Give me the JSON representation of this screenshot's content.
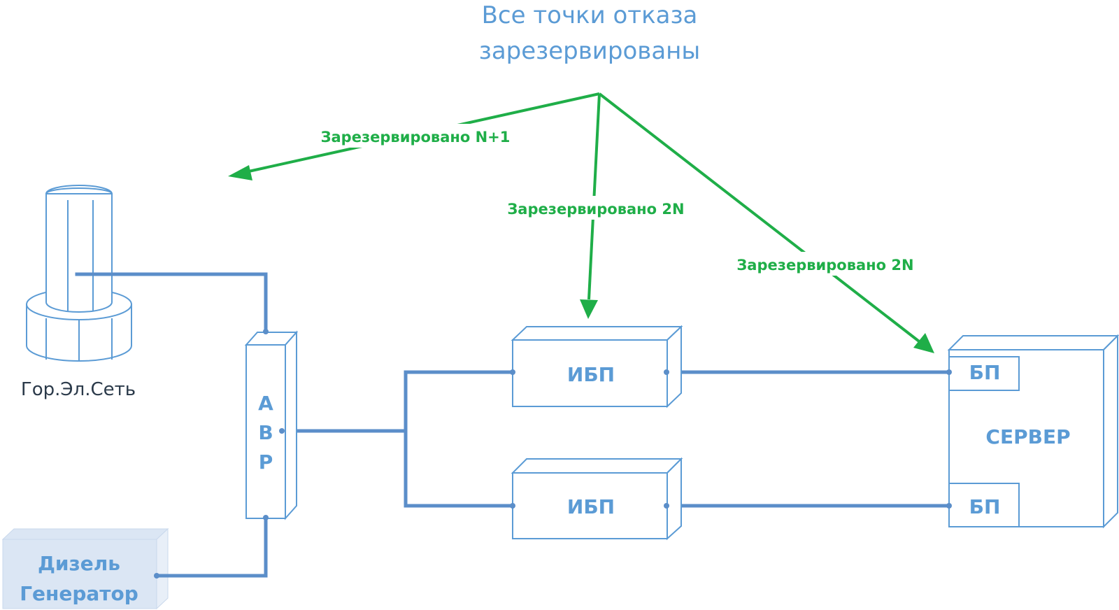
{
  "title": {
    "line1": "Все точки отказа",
    "line2": "зарезервированы"
  },
  "annotations": {
    "n_plus_1": "Зарезервировано N+1",
    "ups_2n": "Зарезервировано 2N",
    "psu_2n": "Зарезервировано 2N"
  },
  "components": {
    "city_grid": "Гор.Эл.Сеть",
    "diesel_line1": "Дизель",
    "diesel_line2": "Генератор",
    "ats_letters": [
      "А",
      "В",
      "Р"
    ],
    "ups_top": "ИБП",
    "ups_bottom": "ИБП",
    "psu_top": "БП",
    "psu_bottom": "БП",
    "server": "СЕРВЕР"
  },
  "colors": {
    "accent_blue": "#5b9bd5",
    "wire_blue": "#5b8ec9",
    "green": "#1fae48"
  }
}
